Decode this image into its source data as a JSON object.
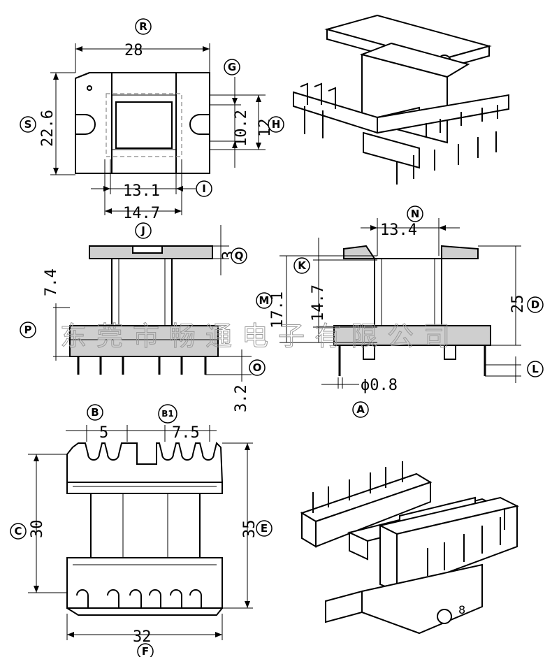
{
  "drawing": {
    "labels": {
      "R": "R",
      "S": "S",
      "G": "G",
      "H": "H",
      "I": "I",
      "J": "J",
      "Q": "Q",
      "P": "P",
      "O": "O",
      "K": "K",
      "M": "M",
      "N": "N",
      "D": "D",
      "L": "L",
      "A": "A",
      "B": "B",
      "B1": "B1",
      "C": "C",
      "E": "E",
      "F": "F"
    },
    "dims": {
      "top_width": "28",
      "top_height": "22.6",
      "slot_gap": "10.2",
      "slot_outer": "12",
      "window_w": "13.1",
      "flange_w": "14.7",
      "flange_thk": "3",
      "pin_len": "3.2",
      "base_h": "7.4",
      "win_w": "13.4",
      "win_h": "14.7",
      "total_h": "17.1",
      "overall_h": "25",
      "pin_dia": "ϕ0.8",
      "pitch_b": "5",
      "pitch_b1": "7.5",
      "inner_len": "30",
      "outer_len": "35",
      "base_w": "32"
    },
    "watermark": "东莞市畅通电子有限公司",
    "part_mark": "8"
  }
}
